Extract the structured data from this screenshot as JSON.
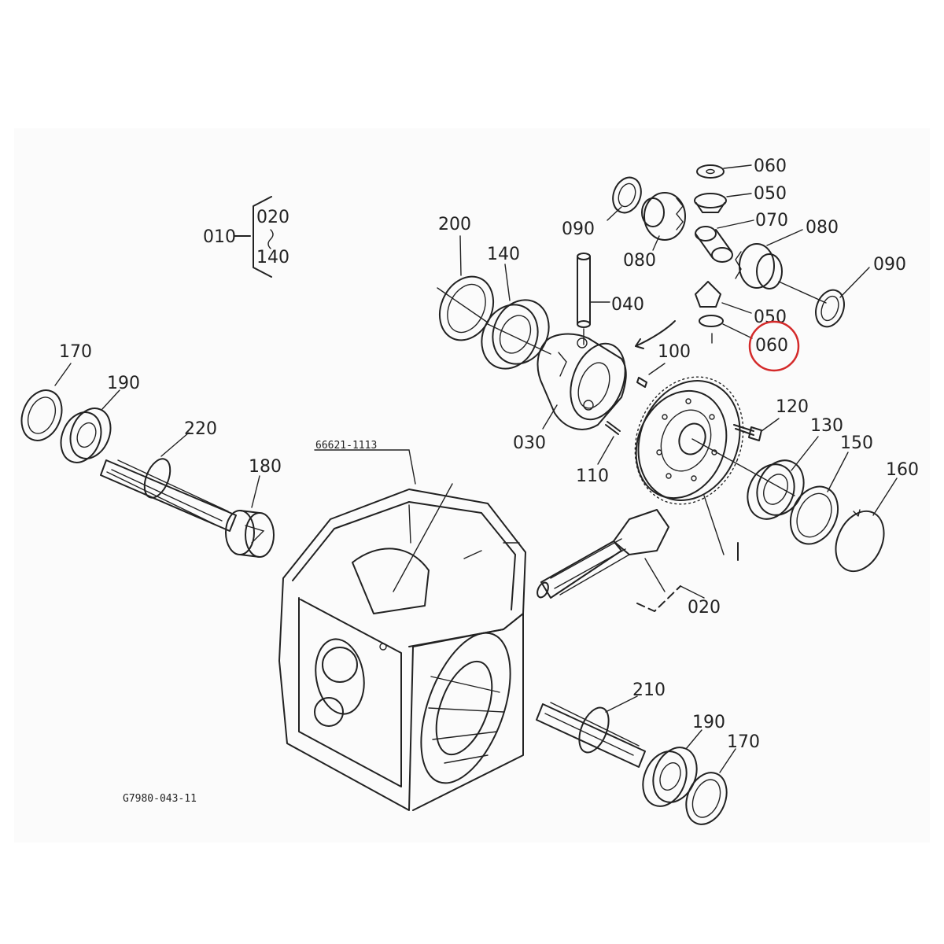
{
  "diagram": {
    "assembly_group": {
      "parent": "010",
      "from": "020",
      "to": "140"
    },
    "part_callouts": [
      {
        "id": "p060a",
        "text": "060"
      },
      {
        "id": "p050a",
        "text": "050"
      },
      {
        "id": "p070",
        "text": "070"
      },
      {
        "id": "p080a",
        "text": "080"
      },
      {
        "id": "p090a",
        "text": "090"
      },
      {
        "id": "p080b",
        "text": "080"
      },
      {
        "id": "p090b",
        "text": "090"
      },
      {
        "id": "p050b",
        "text": "050"
      },
      {
        "id": "p060b",
        "text": "060"
      },
      {
        "id": "p200",
        "text": "200"
      },
      {
        "id": "p140",
        "text": "140"
      },
      {
        "id": "p040",
        "text": "040"
      },
      {
        "id": "p100",
        "text": "100"
      },
      {
        "id": "p120",
        "text": "120"
      },
      {
        "id": "p130",
        "text": "130"
      },
      {
        "id": "p150",
        "text": "150"
      },
      {
        "id": "p160",
        "text": "160"
      },
      {
        "id": "p030",
        "text": "030"
      },
      {
        "id": "p110",
        "text": "110"
      },
      {
        "id": "p020",
        "text": "020"
      },
      {
        "id": "p170a",
        "text": "170"
      },
      {
        "id": "p190a",
        "text": "190"
      },
      {
        "id": "p220",
        "text": "220"
      },
      {
        "id": "p180",
        "text": "180"
      },
      {
        "id": "p210",
        "text": "210"
      },
      {
        "id": "p190b",
        "text": "190"
      },
      {
        "id": "p170b",
        "text": "170"
      }
    ],
    "housing_part_number": "66621-1113",
    "drawing_number": "G7980-043-11",
    "highlighted_part": "060",
    "highlight_color": "#d42a2a",
    "line_color": "#222222"
  }
}
